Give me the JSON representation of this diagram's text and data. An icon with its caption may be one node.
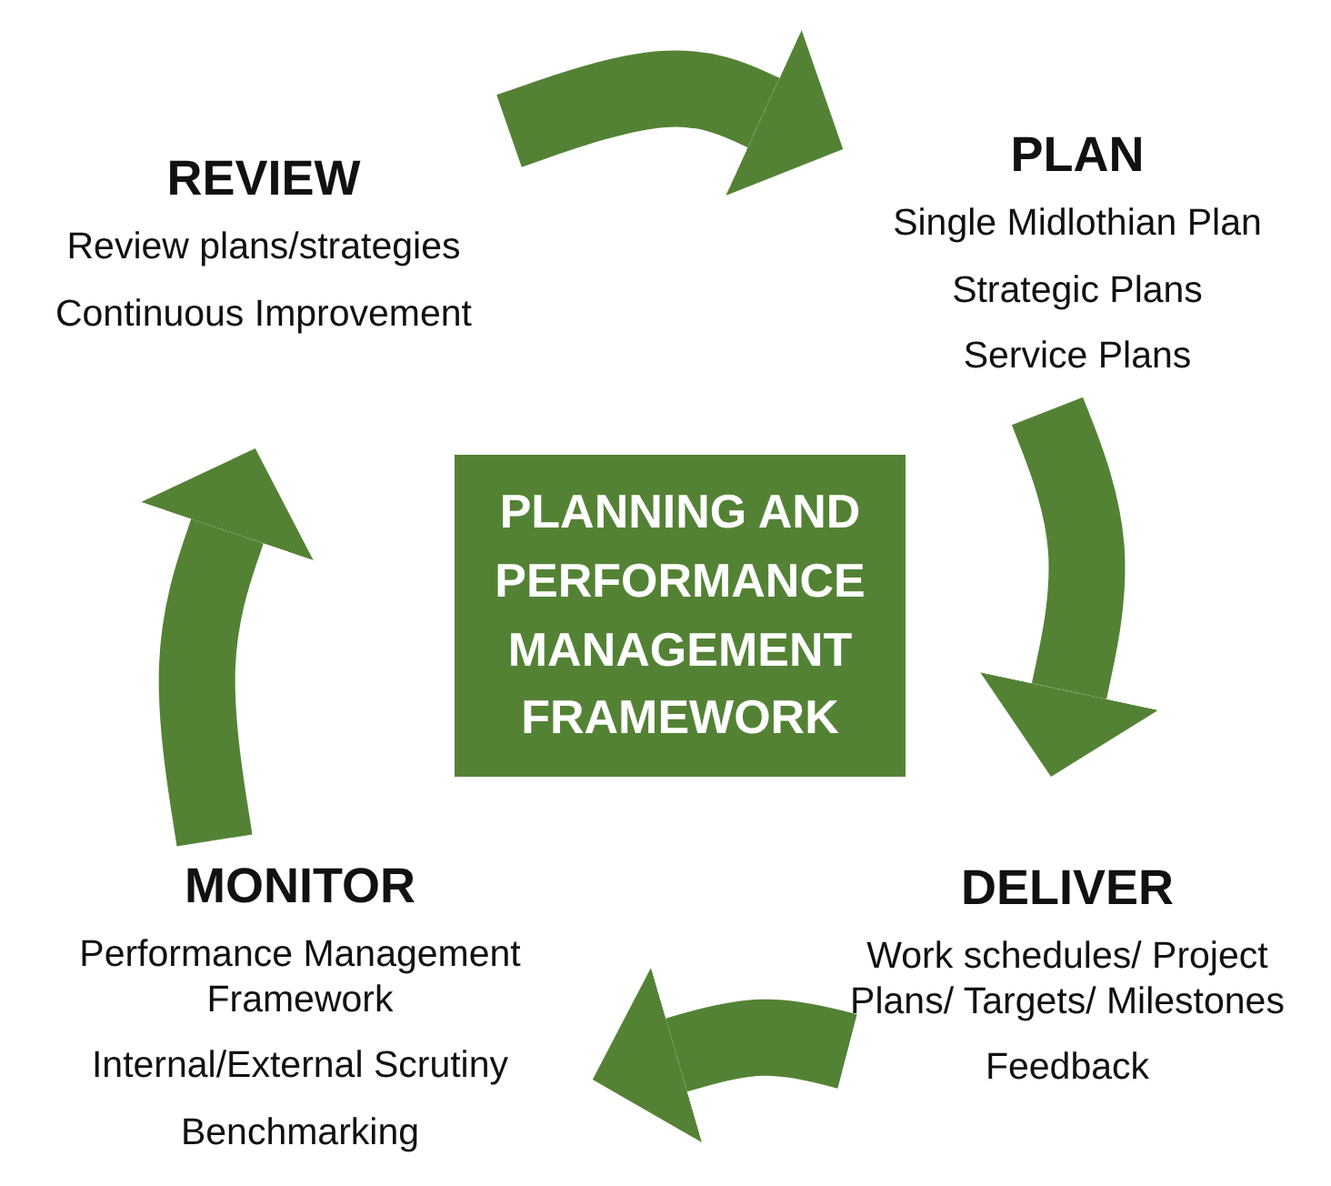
{
  "diagram": {
    "nodes": [
      {
        "text": [
          "REVIEW",
          "Review plans/strategies",
          "Continuous Improvement"
        ]
      },
      {
        "text": [
          "PLAN",
          "Single Midlothian Plan",
          "Strategic Plans",
          "Service Plans"
        ]
      },
      {
        "text": [
          "PLANNING AND PERFORMANCE MANAGEMENT FRAMEWORK"
        ]
      },
      {
        "text": [
          "DELIVER",
          "Work schedules/ Project Plans/ Targets/ Milestones",
          "Feedback"
        ]
      },
      {
        "text": [
          "MONITOR",
          "Performance Management Framework",
          "Internal/External Scrutiny",
          "Benchmarking"
        ]
      }
    ],
    "edges": [
      {
        "from": 0,
        "to": 1,
        "arrow": "to"
      },
      {
        "from": 1,
        "to": 3,
        "arrow": "to"
      },
      {
        "from": 3,
        "to": 4,
        "arrow": "to"
      },
      {
        "from": 4,
        "to": 0,
        "arrow": "to"
      }
    ]
  }
}
